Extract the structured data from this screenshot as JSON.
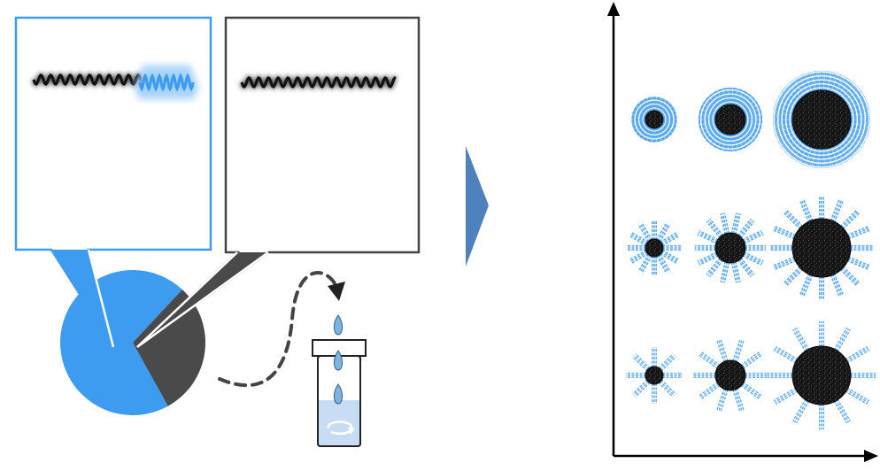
{
  "colors": {
    "blue": "#3d9bf0",
    "blue_light": "#5aa9f2",
    "blue_glow": "#9ccdfa",
    "dark_gray": "#4a4a4a",
    "black": "#111111",
    "arrow_blue": "#4f81bd",
    "vial_liquid": "#c7ddf4",
    "vial_outline": "#222222",
    "droplet": "#7fb3e0"
  },
  "pie": {
    "blue_fraction": 0.7,
    "gray_fraction": 0.3
  },
  "callouts": [
    {
      "name": "block-copolymer",
      "border": "blue",
      "segments": [
        "black-coil",
        "blue-coil"
      ]
    },
    {
      "name": "homopolymer",
      "border": "dark",
      "segments": [
        "black-coil"
      ]
    }
  ],
  "process": {
    "arrow": "dashed-curved-arrow",
    "vial": "vial-with-drops-and-stirring",
    "drops": 3,
    "stir_icon": "circular-arrow-icon"
  },
  "transition_arrow": "chevron-right-icon",
  "grid": {
    "rows": 3,
    "cols": 3,
    "description_per_row": [
      "dense-corona",
      "medium-corona",
      "sparse-corona"
    ],
    "core_growth_per_col": [
      "small-core",
      "medium-core",
      "large-core"
    ]
  }
}
